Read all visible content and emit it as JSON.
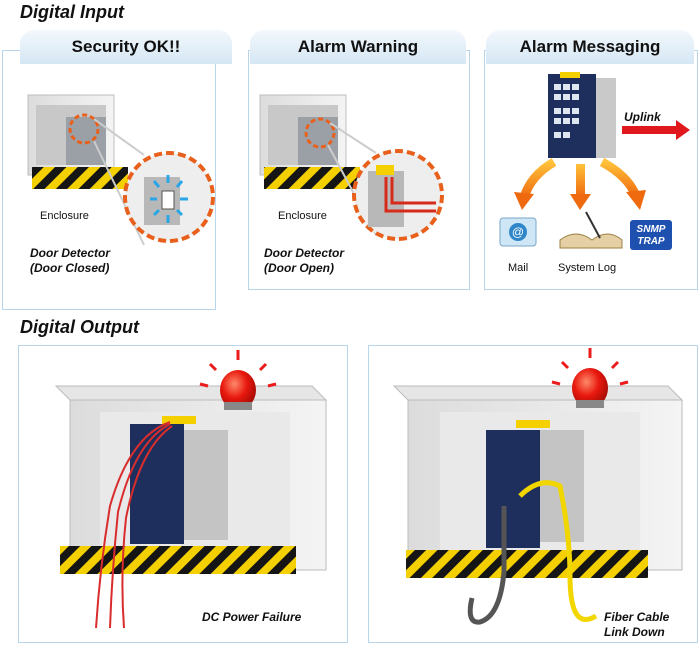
{
  "digital_input": {
    "title": "Digital Input",
    "panels": [
      {
        "tab": "Security OK!!",
        "enclosure": "Enclosure",
        "detector_line1": "Door Detector",
        "detector_line2": "(Door Closed)"
      },
      {
        "tab": "Alarm Warning",
        "enclosure": "Enclosure",
        "detector_line1": "Door Detector",
        "detector_line2": "(Door Open)"
      },
      {
        "tab": "Alarm Messaging",
        "uplink": "Uplink",
        "mail": "Mail",
        "system_log": "System Log",
        "snmp_line1": "SNMP",
        "snmp_line2": "TRAP"
      }
    ]
  },
  "digital_output": {
    "title": "Digital Output",
    "panels": [
      {
        "caption": "DC Power Failure"
      },
      {
        "caption_line1": "Fiber Cable",
        "caption_line2": "Link Down"
      }
    ]
  },
  "colors": {
    "panel_border": "#b7d6ec",
    "switch_navy": "#1e2f5e",
    "alarm_red": "#d9140e",
    "orange_ring": "#e8601c",
    "hazard_yellow": "#f5d000"
  }
}
